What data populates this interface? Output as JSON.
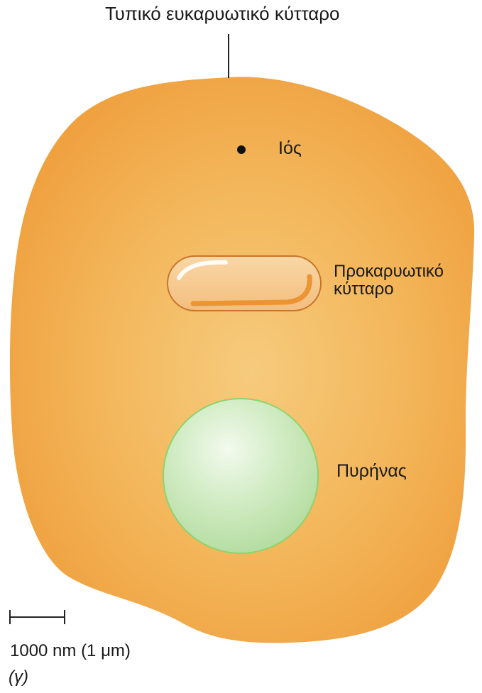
{
  "labels": {
    "eukaryotic_cell": "Τυπικό ευκαρυωτικό κύτταρο",
    "virus": "Ιός",
    "prokaryotic_line1": "Προκαρυωτικό",
    "prokaryotic_line2": "κύτταρο",
    "nucleus": "Πυρήνας",
    "scale_text": "1000 nm (1 μm)",
    "panel": "(γ)"
  },
  "scale_bar": {
    "value": 1000,
    "unit": "nm"
  },
  "colors": {
    "cell_fill": "#f0a442",
    "cell_center": "#f5c97a",
    "prokaryote_fill": "#f6c98b",
    "prokaryote_outline": "#c8742a",
    "prokaryote_stripe": "#ec9431",
    "nucleus_fill": "#c5e6b6",
    "nucleus_outline": "#8dd36f",
    "virus": "#111111",
    "line": "#222222"
  }
}
